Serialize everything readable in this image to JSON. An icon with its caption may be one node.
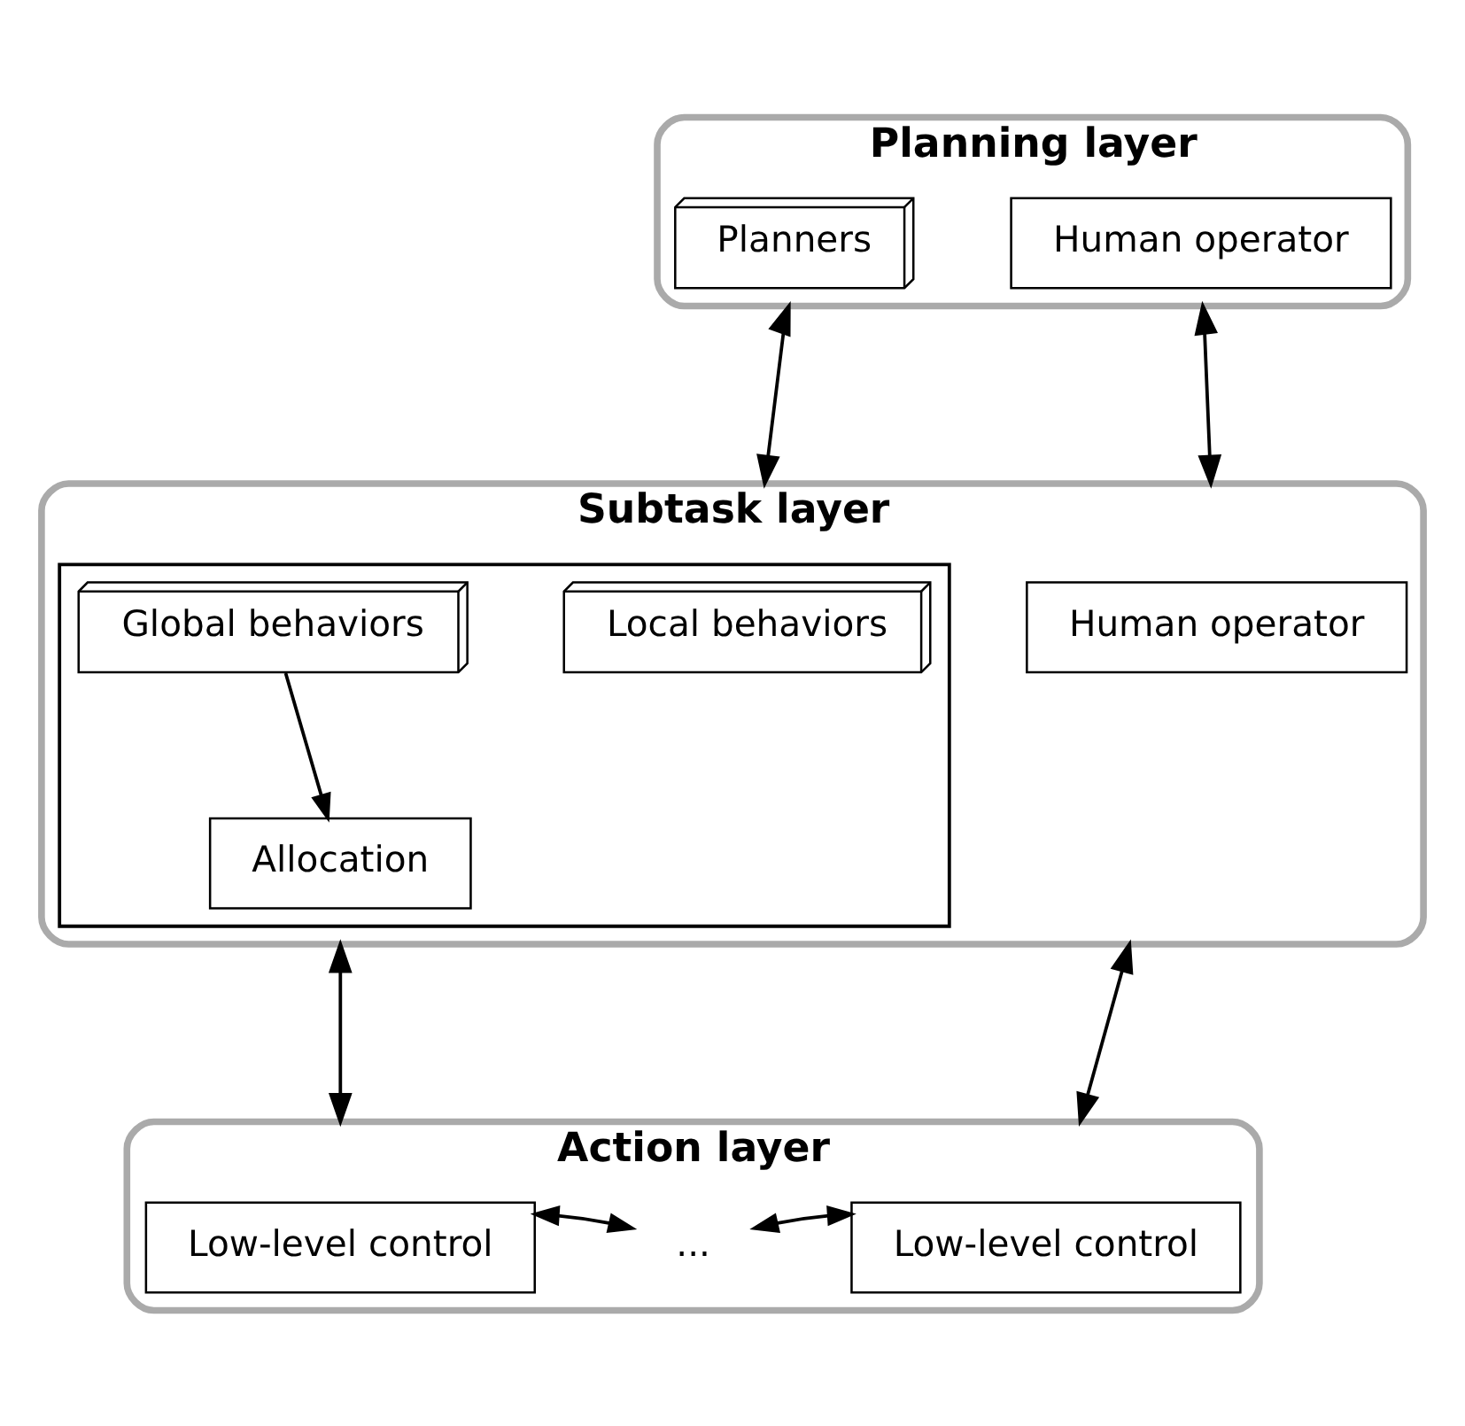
{
  "diagram": {
    "nodes": [
      {
        "text": [
          "Planning layer"
        ]
      },
      {
        "text": [
          "Human operator"
        ],
        "in": 0
      },
      {
        "text": [
          "Planners"
        ],
        "in": 0
      },
      {
        "text": [
          "Subtask layer"
        ]
      },
      {
        "text": [
          "Human operator"
        ],
        "in": 3
      },
      {
        "text": [],
        "shape": "box",
        "in": 3
      },
      {
        "text": [
          "Global behaviors"
        ],
        "in": 5
      },
      {
        "text": [
          "Allocation"
        ],
        "in": 5
      },
      {
        "text": [
          "Local behaviors"
        ],
        "in": 5
      },
      {
        "text": [
          "Action layer"
        ]
      },
      {
        "text": [
          "Low-level control"
        ],
        "in": 9
      },
      {
        "text": [
          "..."
        ],
        "in": 9
      },
      {
        "text": [
          "Low-level control"
        ],
        "in": 9
      }
    ],
    "edges": [
      {
        "from": 0,
        "to": 3,
        "arrow": "both"
      },
      {
        "from": 0,
        "to": 3,
        "arrow": "both"
      },
      {
        "from": 6,
        "to": 7,
        "arrow": "to"
      },
      {
        "from": 3,
        "to": 9,
        "arrow": "both"
      },
      {
        "from": 3,
        "to": 9,
        "arrow": "both"
      },
      {
        "from": 10,
        "to": 11,
        "arrow": "both"
      },
      {
        "from": 11,
        "to": 12,
        "arrow": "both"
      }
    ]
  }
}
